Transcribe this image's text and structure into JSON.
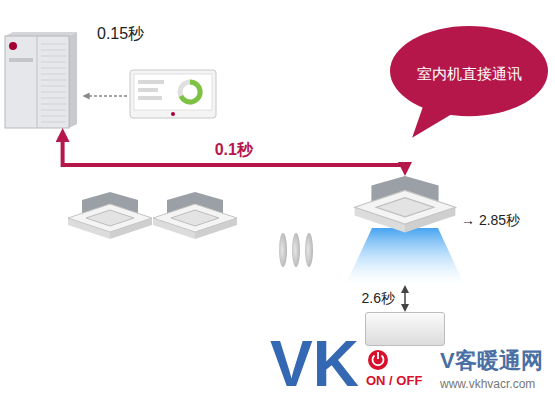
{
  "diagram": {
    "nodes": [
      {
        "text": [
          "0.15秒"
        ]
      },
      {
        "text": [
          "室内机直接通讯"
        ]
      },
      {
        "text": [
          "→ 2.85秒"
        ]
      },
      {
        "text": [
          "ON / OFF"
        ]
      }
    ],
    "edges": [
      {
        "from": 0,
        "to": 2,
        "arrow": "both",
        "label": "0.1秒"
      },
      {
        "from": 2,
        "to": 3,
        "arrow": "both",
        "label": "2.6秒"
      }
    ],
    "labels": [
      "VK",
      "V客暖通网",
      "www.vkhvacr.com"
    ]
  }
}
